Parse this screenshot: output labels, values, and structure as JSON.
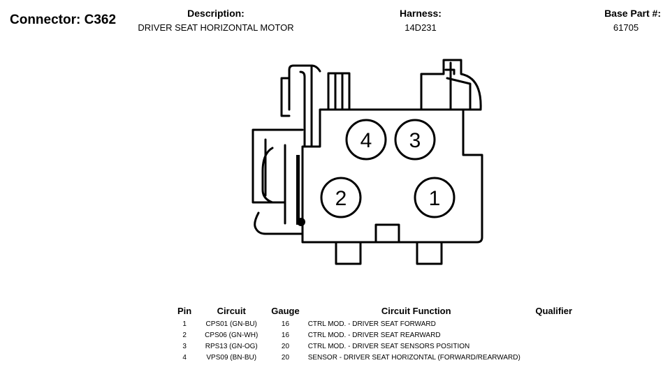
{
  "header": {
    "connector_title": "Connector: C362",
    "description_label": "Description:",
    "description_value": "DRIVER SEAT HORIZONTAL MOTOR",
    "harness_label": "Harness:",
    "harness_value": "14D231",
    "base_part_label": "Base Part #:",
    "base_part_value": "61705"
  },
  "diagram": {
    "pins": [
      "4",
      "3",
      "2",
      "1"
    ]
  },
  "table": {
    "headers": [
      "Pin",
      "Circuit",
      "Gauge",
      "Circuit Function",
      "Qualifier"
    ],
    "rows": [
      {
        "pin": "1",
        "circuit": "CPS01 (GN-BU)",
        "gauge": "16",
        "function": "CTRL MOD. - DRIVER SEAT FORWARD",
        "qualifier": ""
      },
      {
        "pin": "2",
        "circuit": "CPS06 (GN-WH)",
        "gauge": "16",
        "function": "CTRL MOD. - DRIVER SEAT REARWARD",
        "qualifier": ""
      },
      {
        "pin": "3",
        "circuit": "RPS13 (GN-OG)",
        "gauge": "20",
        "function": "CTRL MOD. - DRIVER SEAT SENSORS POSITION",
        "qualifier": ""
      },
      {
        "pin": "4",
        "circuit": "VPS09 (BN-BU)",
        "gauge": "20",
        "function": "SENSOR - DRIVER SEAT HORIZONTAL (FORWARD/REARWARD)",
        "qualifier": ""
      }
    ]
  }
}
